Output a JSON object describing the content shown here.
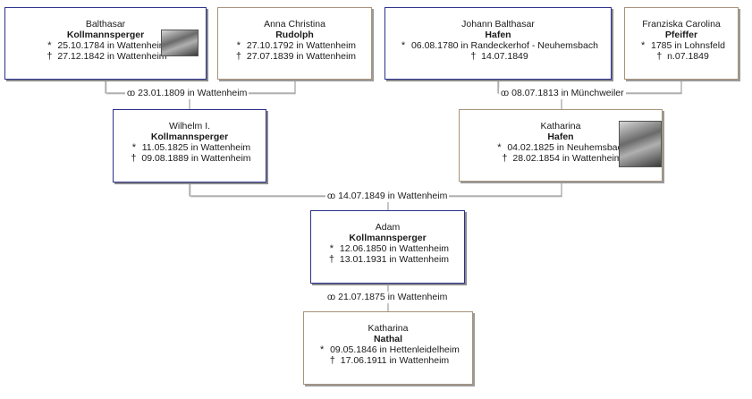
{
  "symbols": {
    "birth": "*",
    "death": "†",
    "marriage": "oo"
  },
  "people": {
    "balthasar": {
      "given": "Balthasar",
      "surname": "Kollmannsperger",
      "birth": "25.10.1784 in Wattenheim",
      "death": "27.12.1842 in Wattenheim",
      "has_photo": true
    },
    "anna": {
      "given": "Anna Christina",
      "surname": "Rudolph",
      "birth": "27.10.1792 in Wattenheim",
      "death": "27.07.1839 in Wattenheim"
    },
    "johann": {
      "given": "Johann Balthasar",
      "surname": "Hafen",
      "birth": "06.08.1780 in Randeckerhof - Neuhemsbach",
      "death": "14.07.1849"
    },
    "franziska": {
      "given": "Franziska Carolina",
      "surname": "Pfeiffer",
      "birth": "1785 in Lohnsfeld",
      "death": "n.07.1849"
    },
    "wilhelm": {
      "given": "Wilhelm I.",
      "surname": "Kollmannsperger",
      "birth": "11.05.1825 in Wattenheim",
      "death": "09.08.1889 in Wattenheim"
    },
    "katharina_hafen": {
      "given": "Katharina",
      "surname": "Hafen",
      "birth": "04.02.1825 in Neuhemsbach",
      "death": "28.02.1854 in Wattenheim",
      "has_photo": true
    },
    "adam": {
      "given": "Adam",
      "surname": "Kollmannsperger",
      "birth": "12.06.1850 in Wattenheim",
      "death": "13.01.1931 in Wattenheim"
    },
    "katharina_nathal": {
      "given": "Katharina",
      "surname": "Nathal",
      "birth": "09.05.1846 in Hettenleidelheim",
      "death": "17.06.1911 in Wattenheim"
    }
  },
  "marriages": {
    "balthasar_anna": "23.01.1809 in Wattenheim",
    "johann_franziska": "08.07.1813 in Münchweiler",
    "wilhelm_katharina": "14.07.1849 in Wattenheim",
    "adam_katharina": "21.07.1875 in Wattenheim"
  }
}
